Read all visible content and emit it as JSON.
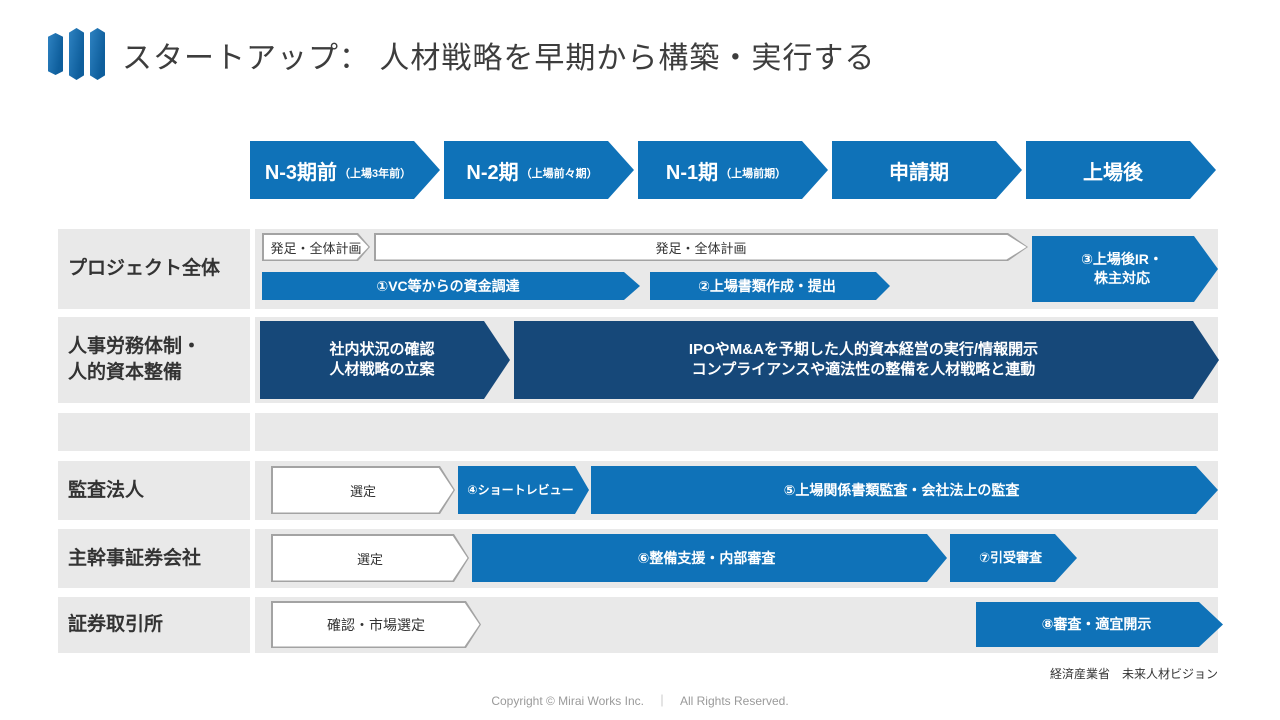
{
  "title": "スタートアップ： 人材戦略を早期から構築・実行する",
  "timeline": {
    "phases": [
      {
        "label": "N-3期前",
        "note": "（上場3年前）"
      },
      {
        "label": "N-2期",
        "note": "（上場前々期）"
      },
      {
        "label": "N-1期",
        "note": "（上場前期）"
      },
      {
        "label": "申請期",
        "note": ""
      },
      {
        "label": "上場後",
        "note": ""
      }
    ]
  },
  "rows": {
    "project": {
      "label": "プロジェクト全体",
      "w_small": "発足・全体計画",
      "w_long": "発足・全体計画",
      "step1": "①VC等からの資金調達",
      "step2": "②上場書類作成・提出",
      "step3": "③上場後IR・\n株主対応"
    },
    "hr": {
      "label": "人事労務体制・\n人的資本整備",
      "phase1": "社内状況の確認\n人材戦略の立案",
      "phase2": "IPOやM&Aを予期した人的資本経営の実行/情報開示\nコンプライアンスや適法性の整備を人材戦略と連動"
    },
    "audit": {
      "label": "監査法人",
      "select": "選定",
      "step4": "④ショートレビュー",
      "step5": "⑤上場関係書類監査・会社法上の監査"
    },
    "securities": {
      "label": "主幹事証券会社",
      "select": "選定",
      "step6": "⑥整備支援・内部審査",
      "step7": "⑦引受審査"
    },
    "exchange": {
      "label": "証券取引所",
      "select": "確認・市場選定",
      "step8": "⑧審査・適宜開示"
    }
  },
  "footer": {
    "source": "経済産業省　未来人材ビジョン",
    "copyright": "Copyright © Mirai Works Inc.　｜　All Rights Reserved."
  },
  "colors": {
    "primary_blue": "#0f72b8",
    "dark_navy": "#164879",
    "row_gray": "#e9e9e9"
  }
}
